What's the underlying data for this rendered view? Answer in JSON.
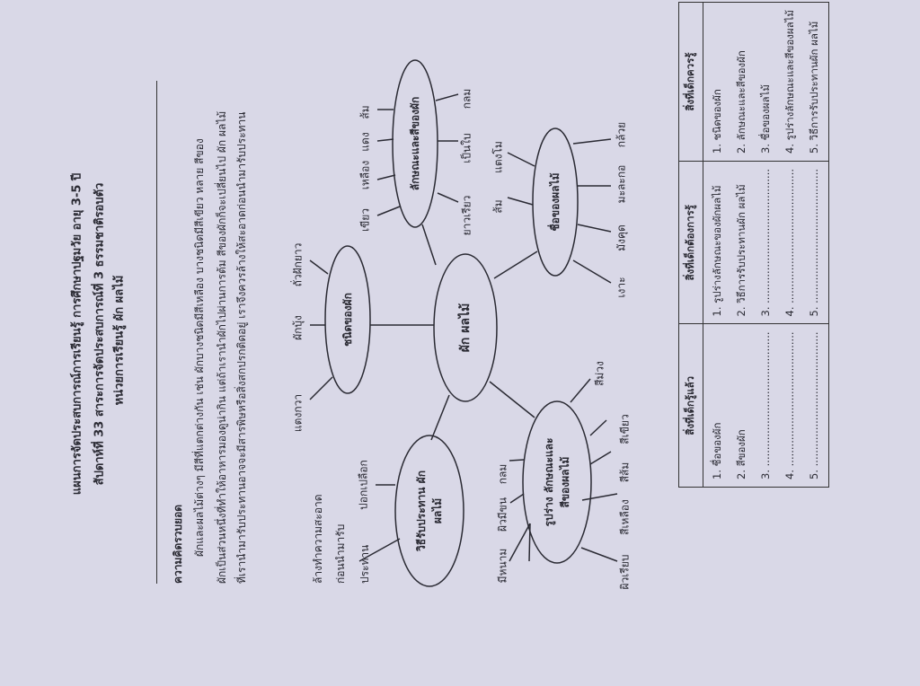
{
  "header": {
    "title_lines": [
      "แผนการจัดประสบการณ์การเรียนรู้ การศึกษาปฐมวัย อายุ 3-5 ปี",
      "สัปดาห์ที่ 33 สาระการจัดประสบการณ์ที่ 3 ธรรมชาติรอบตัว",
      "หน่วยการเรียนรู้ ผัก ผลไม้"
    ]
  },
  "concept": {
    "heading": "ความคิดรวบยอด",
    "lines": [
      "ผักและผลไม้ต่างๆ มีสีที่แตกต่างกัน เช่น ผักบางชนิดมีสีเหลือง บางชนิดมีสีเขียว หลาย สีของ",
      "ผักเป็นส่วนหนึ่งที่ทำให้อาหารมองดูน่ากิน แต่ถ้าเรานำผักไปผ่านการต้ม สีของผักก็จะเปลี่ยนไป ผัก ผลไม้",
      "ที่เรานำมารับประทานอาจจะมีสารพิษหรือสิ่งสกปรกติดอยู่ เราจึงควรล้างให้สะอาดก่อนนำมารับประทาน"
    ]
  },
  "mindmap": {
    "center": "ผัก  ผลไม้",
    "veg_types": {
      "title": "ชนิดของผัก",
      "leaves": [
        "แตงกวา",
        "ผักบุ้ง",
        "ถั่วฝักยาว"
      ]
    },
    "veg_traits": {
      "title": "ลักษณะและสีของผัก",
      "leaves": [
        "เขียว",
        "เหลือง",
        "แดง",
        "ส้ม",
        "ยาวเรียว",
        "เป็นใบ",
        "กลม"
      ]
    },
    "fruit_names": {
      "title": "ชื่อของผลไม้",
      "leaves": [
        "ส้ม",
        "แตงโม",
        "เงาะ",
        "มังคุด",
        "มะละกอ",
        "กล้วย"
      ]
    },
    "eating": {
      "title_1": "วิธีรับประทาน ผัก",
      "title_2": "ผลไม้",
      "leaves": [
        "ล้างทำความสะอาด",
        "ก่อนนำมารับ",
        "ประทาน",
        "ปอกเปลือก"
      ]
    },
    "fruit_traits": {
      "title_1": "รูปร่าง ลักษณะและ",
      "title_2": "สีของผลไม้",
      "leaves": [
        "มีหนาม",
        "ผิวมีขน",
        "กลม",
        "ผิวเรียบ",
        "สีเหลือง",
        "สีส้ม",
        "สีเขียว",
        "สีม่วง"
      ]
    }
  },
  "table": {
    "headers": [
      "สิ่งที่เด็กรู้แล้ว",
      "สิ่งที่เด็กต้องการรู้",
      "สิ่งที่เด็กควรรู้"
    ],
    "col1": [
      "1. ชื่อของผัก",
      "2. สีของผัก",
      "3. .........................................",
      "4. .........................................",
      "5. ........................................."
    ],
    "col2": [
      "1. รูปร่างลักษณะของผักผลไม้",
      "2. วิธีการรับประทานผัก ผลไม้",
      "3. .........................................",
      "4. .........................................",
      "5. ........................................."
    ],
    "col3": [
      "1. ชนิดของผัก",
      "2. ลักษณะและสีของผัก",
      "3. ชื่อของผลไม้",
      "4. รูปร่างลักษณะและสีของผลไม้",
      "5. วิธีการรับประทานผัก ผลไม้"
    ]
  }
}
